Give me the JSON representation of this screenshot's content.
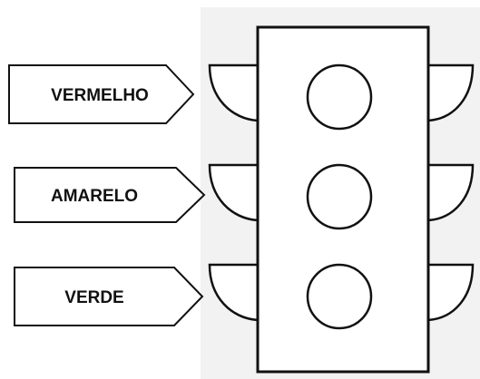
{
  "labels": {
    "top": "VERMELHO",
    "middle": "AMARELO",
    "bottom": "VERDE"
  },
  "colors": {
    "stroke": "#111111",
    "panel_background": "#f2f2f2",
    "page_background": "#ffffff"
  }
}
